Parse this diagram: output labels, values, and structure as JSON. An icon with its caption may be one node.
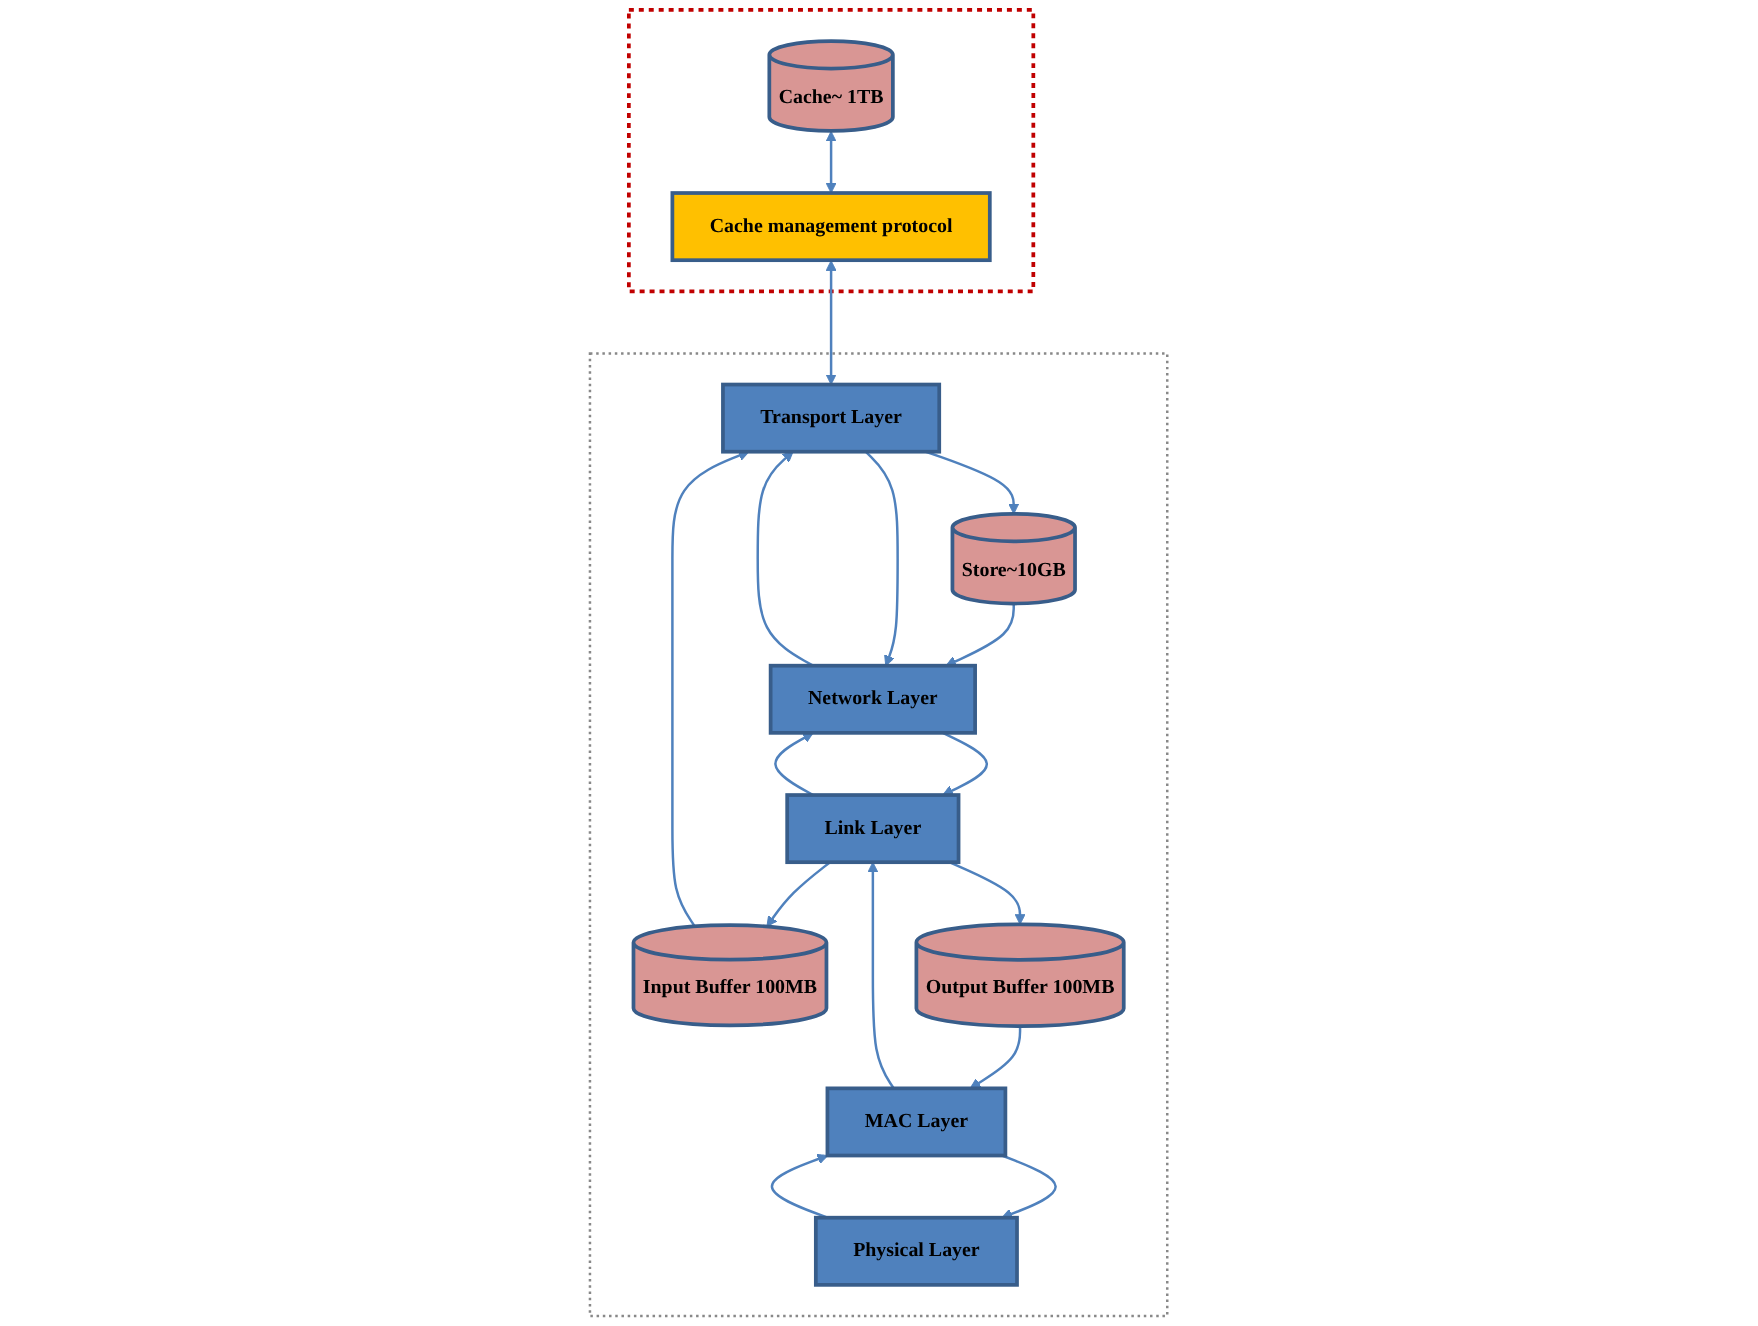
{
  "diagram": {
    "nodes": [
      {
        "text": [],
        "shape": "box"
      },
      {
        "text": [
          "Cache~ 1TB"
        ],
        "in": 0
      },
      {
        "text": [
          "Cache management protocol"
        ],
        "in": 0
      },
      {
        "text": [],
        "shape": "box"
      },
      {
        "text": [
          "Transport Layer"
        ],
        "in": 3
      },
      {
        "text": [
          "Store~10GB"
        ],
        "in": 3
      },
      {
        "text": [
          "Network Layer"
        ],
        "in": 3
      },
      {
        "text": [
          "Input Buffer 100MB"
        ],
        "in": 3
      },
      {
        "text": [
          "Link Layer"
        ],
        "in": 3
      },
      {
        "text": [
          "Output Buffer 100MB"
        ],
        "in": 3
      },
      {
        "text": [
          "MAC Layer"
        ],
        "in": 3
      },
      {
        "text": [
          "Physical Layer"
        ],
        "in": 3
      }
    ],
    "edges": [
      {
        "from": 1,
        "to": 2,
        "arrow": "both"
      },
      {
        "from": 2,
        "to": 4,
        "arrow": "both"
      },
      {
        "from": 4,
        "to": 5,
        "arrow": "to"
      },
      {
        "from": 7,
        "to": 4,
        "arrow": "to"
      },
      {
        "from": 5,
        "to": 6,
        "arrow": "to"
      },
      {
        "from": 4,
        "to": 6,
        "arrow": "to"
      },
      {
        "from": 6,
        "to": 8,
        "arrow": "to"
      },
      {
        "from": 8,
        "to": 7,
        "arrow": "to"
      },
      {
        "from": 8,
        "to": 9,
        "arrow": "to"
      },
      {
        "from": 9,
        "to": 10,
        "arrow": "to"
      },
      {
        "from": 10,
        "to": 11,
        "arrow": "to"
      },
      {
        "from": 11,
        "to": 10,
        "arrow": "to"
      },
      {
        "from": 10,
        "to": 8,
        "arrow": "to"
      },
      {
        "from": 8,
        "to": 6,
        "arrow": "to"
      },
      {
        "from": 6,
        "to": 4,
        "arrow": "to"
      }
    ]
  }
}
